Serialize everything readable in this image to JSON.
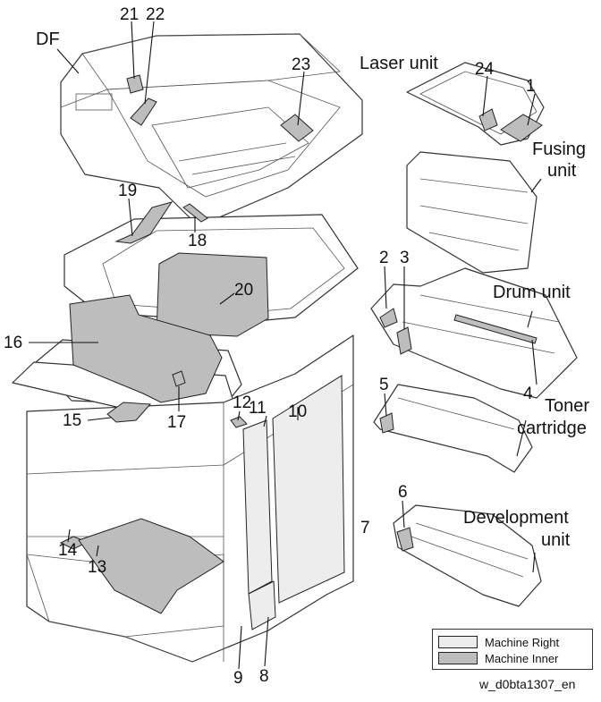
{
  "labels": {
    "df": "DF",
    "laser_unit": "Laser unit",
    "fusing_unit_1": "Fusing",
    "fusing_unit_2": "unit",
    "drum_unit": "Drum unit",
    "toner_cartridge_1": "Toner",
    "toner_cartridge_2": "cartridge",
    "development_unit_1": "Development",
    "development_unit_2": "unit"
  },
  "callouts": [
    "1",
    "2",
    "3",
    "4",
    "5",
    "6",
    "7",
    "8",
    "9",
    "10",
    "11",
    "12",
    "13",
    "14",
    "15",
    "16",
    "17",
    "18",
    "19",
    "20",
    "21",
    "22",
    "23",
    "24"
  ],
  "legend": {
    "machine_right": "Machine Right",
    "machine_inner": "Machine Inner"
  },
  "colors": {
    "machine_right": "#ededed",
    "machine_inner": "#bdbdbd"
  },
  "caption": "w_d0bta1307_en"
}
